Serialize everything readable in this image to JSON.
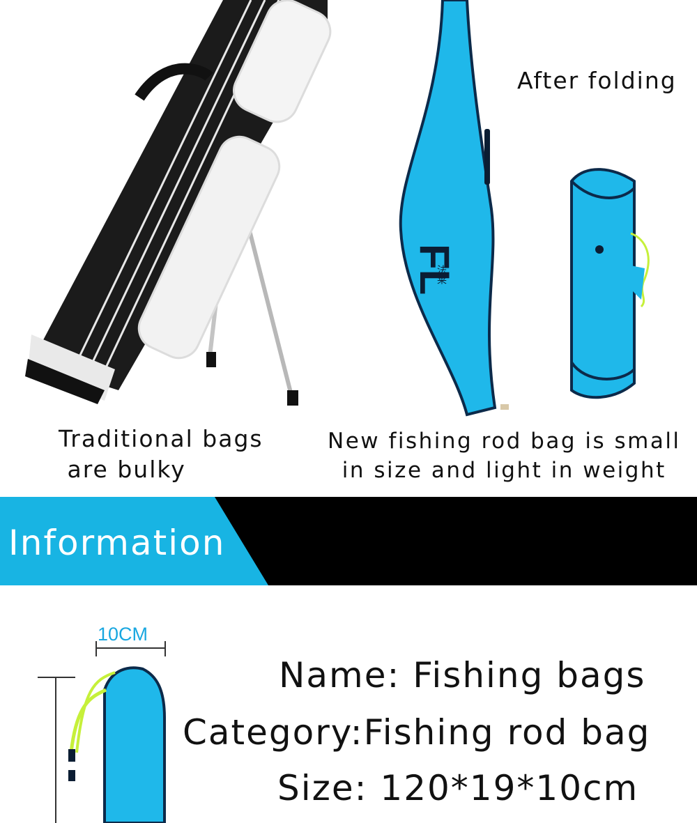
{
  "captions": {
    "after_folding": "After folding",
    "traditional": "Traditional bags\n are bulky",
    "new_bag": "New fishing rod bag is small\nin size and light in weight"
  },
  "brand": {
    "logo_text": "FL",
    "logo_sub": "法莱"
  },
  "banner": {
    "title": "Information",
    "accent_color": "#18b4e3",
    "dark_color": "#000000"
  },
  "dimension": {
    "width_label": "10CM"
  },
  "info": {
    "name": "Name: Fishing bags",
    "category": "Category:Fishing rod bag",
    "size": "Size: 120*19*10cm"
  },
  "colors": {
    "bag_blue": "#1fb8ea",
    "zip_green": "#c6f03a"
  }
}
